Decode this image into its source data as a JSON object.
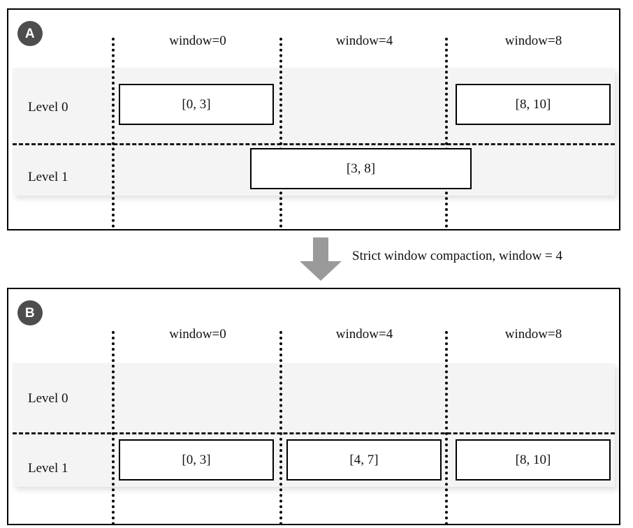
{
  "figure": {
    "transition": {
      "caption": "Strict window compaction, window = 4",
      "arrow_icon": "down-arrow-icon",
      "arrow_color": "#9a9a9a"
    },
    "colors": {
      "badge_background": "#4d4d4d",
      "badge_text": "#ffffff",
      "band_background": "#f4f4f4",
      "border": "#000000",
      "box_fill": "#ffffff",
      "text": "#111111"
    },
    "column_headers": [
      {
        "label": "window=0"
      },
      {
        "label": "window=4"
      },
      {
        "label": "window=8"
      }
    ],
    "panels": [
      {
        "badge": "A",
        "level_labels": [
          {
            "label": "Level 0"
          },
          {
            "label": "Level 1"
          }
        ],
        "runs": [
          {
            "label": "[0, 3]",
            "level": 0,
            "window": 0
          },
          {
            "label": "[8, 10]",
            "level": 0,
            "window": 8
          },
          {
            "label": "[3, 8]",
            "level": 1,
            "window": 4
          }
        ]
      },
      {
        "badge": "B",
        "level_labels": [
          {
            "label": "Level 0"
          },
          {
            "label": "Level 1"
          }
        ],
        "runs": [
          {
            "label": "[0, 3]",
            "level": 1,
            "window": 0
          },
          {
            "label": "[4, 7]",
            "level": 1,
            "window": 4
          },
          {
            "label": "[8, 10]",
            "level": 1,
            "window": 8
          }
        ]
      }
    ]
  }
}
